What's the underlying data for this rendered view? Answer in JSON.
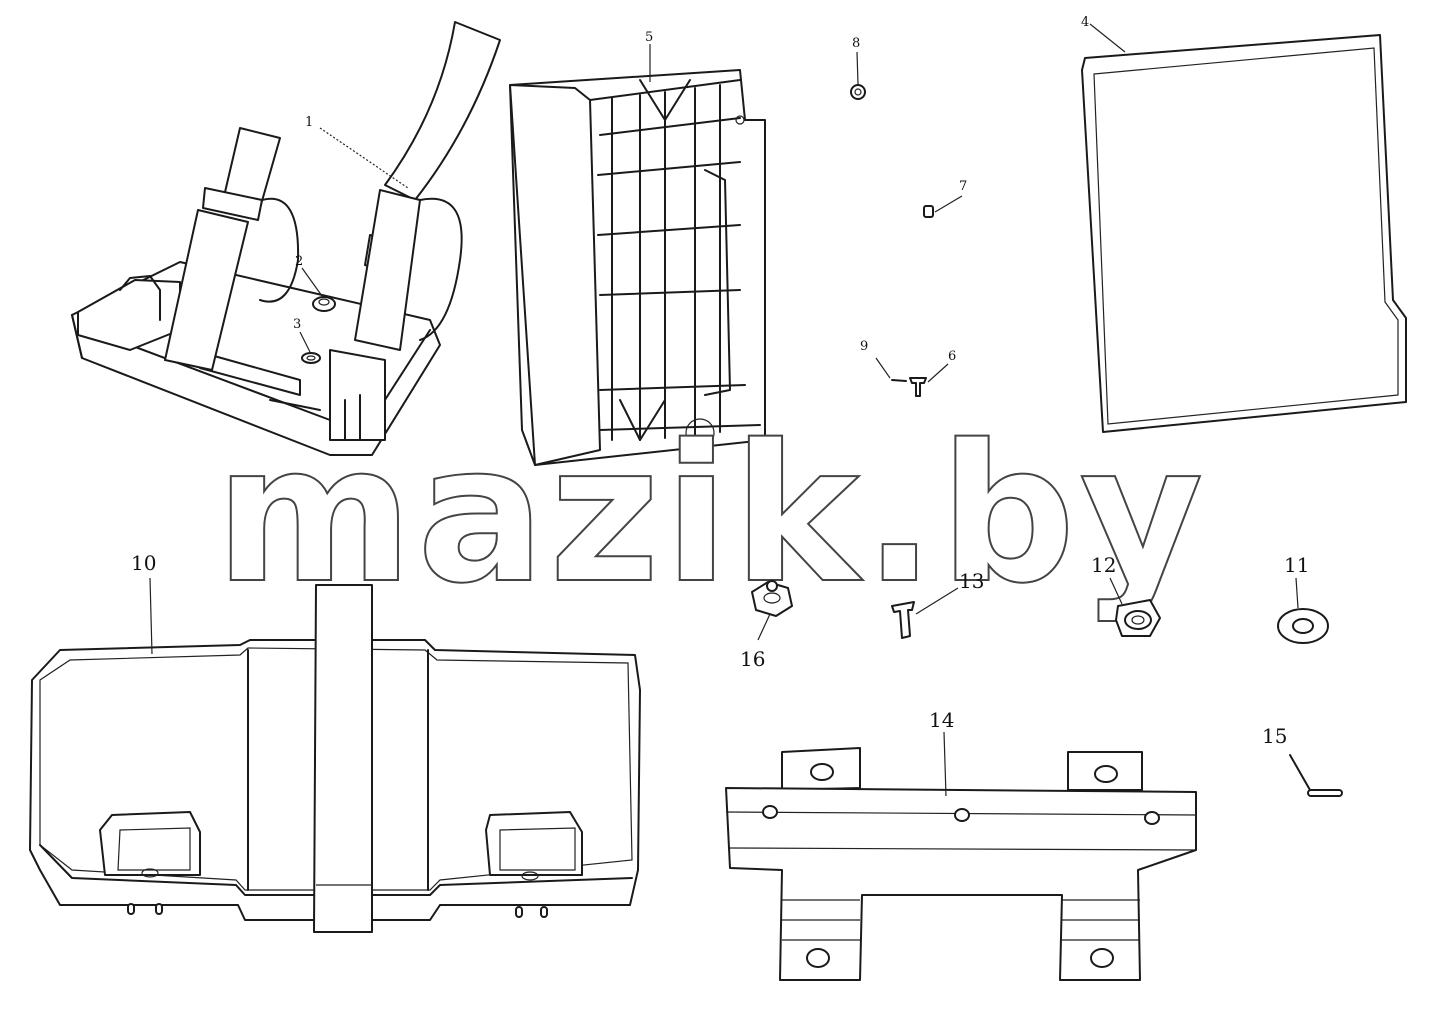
{
  "watermark": "mazik.by",
  "callouts": {
    "c1": "1",
    "c2": "2",
    "c3": "3",
    "c4": "4",
    "c5": "5",
    "c6": "6",
    "c7": "7",
    "c8": "8",
    "c9": "9",
    "c10": "10",
    "c11": "11",
    "c12": "12",
    "c13": "13",
    "c14": "14",
    "c15": "15",
    "c16": "16"
  }
}
